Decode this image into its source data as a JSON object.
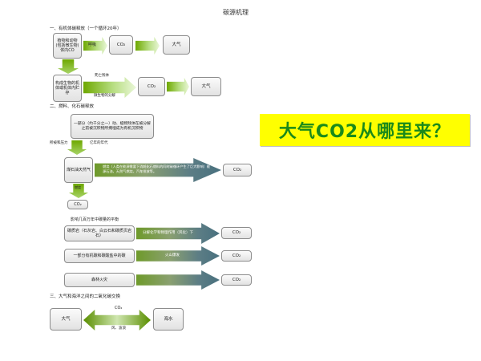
{
  "title": "碳源机理",
  "banner": "大气CO2从哪里来？",
  "section1": {
    "heading": "一、有机体碳释放（一个循环20年）",
    "organism_box": "植物和动物(包括微生物)体内CO",
    "arrow_respiration": "呼吸",
    "co2": "CO₂",
    "atmosphere": "大气",
    "dead_box": "构成生物的机体或机体内贮存",
    "label_dead": "死亡残体",
    "label_decompose": "微生物的分解",
    "co2_b": "CO₂",
    "atmosphere_b": "大气"
  },
  "section2": {
    "heading": "二、燃料、化石碳释放",
    "remains_box": "一部分（约千分之一）动、植物残体在被分解之前被沉积物所掩埋成为有机沉积物",
    "label_pressure": "所被和压力",
    "label_time": "亿年的年代",
    "fossil_box": "煤石油天然气",
    "burn_text": "燃烧（人类在能源需要下消耗化石燃料的同时碳循环产生了巨大影响）能源石油，天然气燃烧，汽车排放等。",
    "co2_burn": "CO₂",
    "label_burn_small": "燃烧",
    "co2_small": "CO₂",
    "influence_heading": "影响几百万年中碳量的平衡",
    "carbonate_box": "碳质岩（石灰岩、白云石和碳质页岩石）",
    "weathering_text": "分解化学和物理作用（风化）下",
    "co2_weather": "CO₂",
    "volcano_box": "一部分有机碳和碳酸盐中的碳",
    "volcano_text": "火山爆发",
    "co2_volcano": "CO₂",
    "fire_box": "森林火灾",
    "co2_fire": "CO₂"
  },
  "section3": {
    "heading": "三、大气和海洋之间的二氧化碳交换",
    "atmosphere": "大气",
    "co2": "CO₂",
    "wind": "风、波浪",
    "ocean": "海水"
  }
}
